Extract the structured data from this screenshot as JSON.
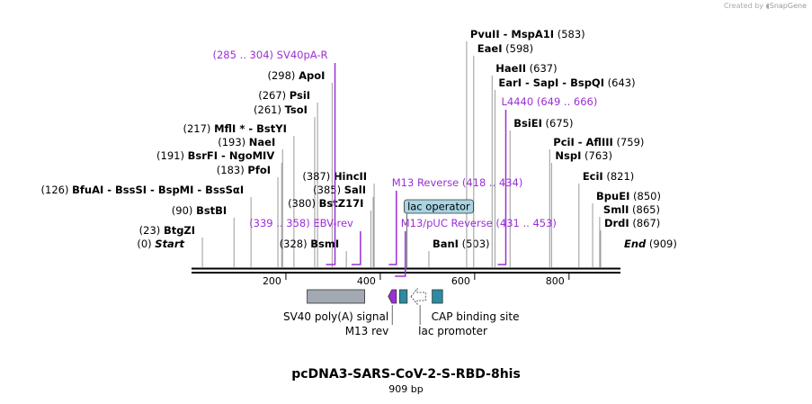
{
  "credit": {
    "prefix": "Created by",
    "brand": "SnapGene",
    "icon": "snapgene-logo-icon"
  },
  "title": "pcDNA3-SARS-CoV-2-S-RBD-8his",
  "length_label": "909 bp",
  "colors": {
    "primer": "#9b2fd6",
    "feature_gray": "#a3a9b2",
    "feature_teal": "#2b8ba2",
    "lac_operator": "#a8d4e3",
    "backbone": "#000000"
  },
  "map": {
    "total_bp": 909,
    "axis_ticks": [
      {
        "pos": 200,
        "label": "200"
      },
      {
        "pos": 400,
        "label": "400"
      },
      {
        "pos": 600,
        "label": "600"
      },
      {
        "pos": 800,
        "label": "800"
      }
    ],
    "enzyme_sites": [
      {
        "pos": 0,
        "name": "Start",
        "coord": "(0)",
        "italic": true
      },
      {
        "pos": 23,
        "name": "BtgZI",
        "coord": "(23)"
      },
      {
        "pos": 90,
        "name": "BstBI",
        "coord": "(90)"
      },
      {
        "pos": 126,
        "name": "BfuAI  -  BssSI  -  BspMI  -  BssSαI",
        "coord": "(126)"
      },
      {
        "pos": 183,
        "name": "PfoI",
        "coord": "(183)"
      },
      {
        "pos": 191,
        "name": "BsrFI  -  NgoMIV",
        "coord": "(191)"
      },
      {
        "pos": 193,
        "name": "NaeI",
        "coord": "(193)"
      },
      {
        "pos": 217,
        "name": "MflI *  -  BstYI",
        "coord": "(217)"
      },
      {
        "pos": 261,
        "name": "TsoI",
        "coord": "(261)"
      },
      {
        "pos": 267,
        "name": "PsiI",
        "coord": "(267)"
      },
      {
        "pos": 298,
        "name": "ApoI",
        "coord": "(298)"
      },
      {
        "pos": 328,
        "name": "BsmI",
        "coord": "(328)"
      },
      {
        "pos": 380,
        "name": "BstZ17I",
        "coord": "(380)"
      },
      {
        "pos": 385,
        "name": "SalI",
        "coord": "(385)"
      },
      {
        "pos": 387,
        "name": "HincII",
        "coord": "(387)"
      },
      {
        "pos": 503,
        "name": "BanI",
        "coord": "(503)"
      },
      {
        "pos": 583,
        "name": "PvuII  -  MspA1I",
        "coord": "(583)"
      },
      {
        "pos": 598,
        "name": "EaeI",
        "coord": "(598)"
      },
      {
        "pos": 637,
        "name": "HaeII",
        "coord": "(637)"
      },
      {
        "pos": 643,
        "name": "EarI  -  SapI  -  BspQI",
        "coord": "(643)"
      },
      {
        "pos": 675,
        "name": "BsiEI",
        "coord": "(675)"
      },
      {
        "pos": 759,
        "name": "PciI  -  AflIII",
        "coord": "(759)"
      },
      {
        "pos": 763,
        "name": "NspI",
        "coord": "(763)"
      },
      {
        "pos": 821,
        "name": "EciI",
        "coord": "(821)"
      },
      {
        "pos": 850,
        "name": "BpuEI",
        "coord": "(850)"
      },
      {
        "pos": 865,
        "name": "SmlI",
        "coord": "(865)"
      },
      {
        "pos": 867,
        "name": "DrdI",
        "coord": "(867)"
      },
      {
        "pos": 909,
        "name": "End",
        "coord": "(909)",
        "italic": true
      }
    ],
    "primers": [
      {
        "name": "SV40pA-R",
        "range": "(285 .. 304)",
        "start": 285,
        "end": 304,
        "direction": "reverse"
      },
      {
        "name": "EBV-rev",
        "range": "(339 .. 358)",
        "start": 339,
        "end": 358,
        "direction": "reverse"
      },
      {
        "name": "M13 Reverse",
        "range": "(418 .. 434)",
        "start": 418,
        "end": 434,
        "direction": "reverse"
      },
      {
        "name": "M13/pUC Reverse",
        "range": "(431 .. 453)",
        "start": 431,
        "end": 453,
        "direction": "reverse"
      },
      {
        "name": "L4440",
        "range": "(649 .. 666)",
        "start": 649,
        "end": 666,
        "direction": "reverse"
      }
    ],
    "lac_operator": {
      "label": "lac operator",
      "start": 441,
      "end": 457
    },
    "features": [
      {
        "name": "SV40 poly(A) signal",
        "start": 245,
        "end": 367,
        "kind": "box",
        "color": "gray"
      },
      {
        "name": "M13 rev",
        "start": 417,
        "end": 434,
        "kind": "arrow-left",
        "color": "purple"
      },
      {
        "name": "lac operator",
        "start": 441,
        "end": 457,
        "kind": "box",
        "color": "teal"
      },
      {
        "name": "lac promoter",
        "start": 465,
        "end": 496,
        "kind": "arrow-left-outline",
        "color": "none"
      },
      {
        "name": "CAP binding site",
        "start": 510,
        "end": 532,
        "kind": "box",
        "color": "teal"
      }
    ]
  }
}
